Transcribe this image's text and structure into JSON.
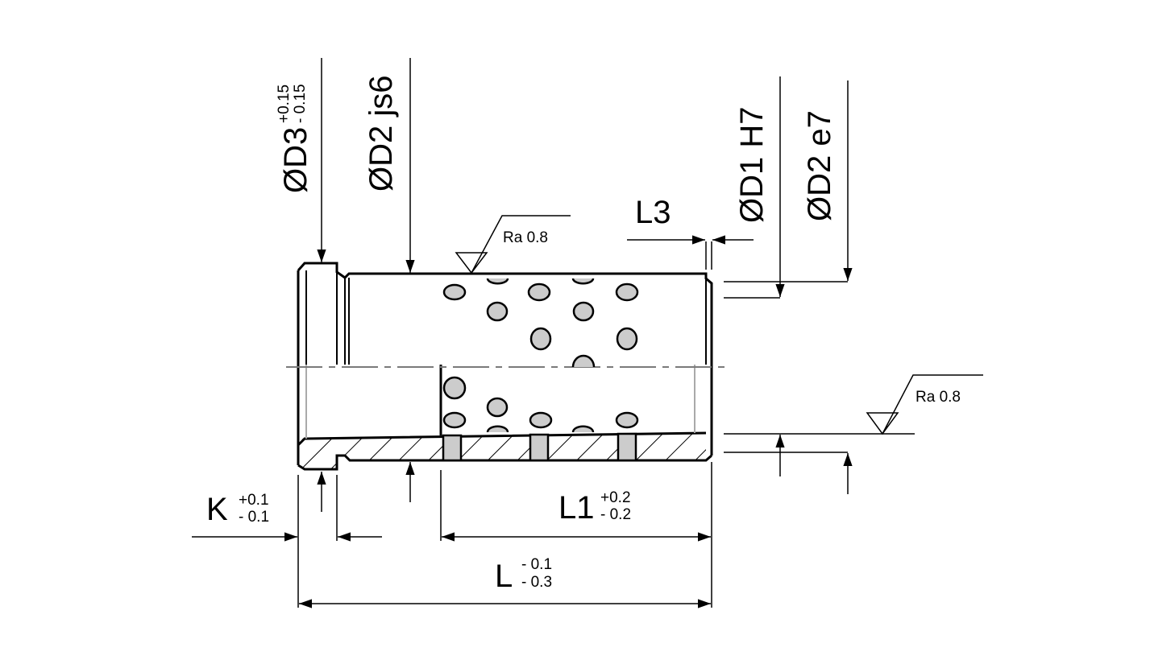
{
  "dimensions": {
    "d3": {
      "label": "ØD3",
      "tol_upper": "+0.15",
      "tol_lower": "- 0.15"
    },
    "d2_js6": {
      "label": "ØD2 js6"
    },
    "d1_h7": {
      "label": "ØD1 H7"
    },
    "d2_e7": {
      "label": "ØD2 e7"
    },
    "l3": {
      "label": "L3"
    },
    "k": {
      "label": "K",
      "tol_upper": "+0.1",
      "tol_lower": "- 0.1"
    },
    "l1": {
      "label": "L1",
      "tol_upper": "+0.2",
      "tol_lower": "- 0.2"
    },
    "l": {
      "label": "L",
      "tol_upper": "- 0.1",
      "tol_lower": "- 0.3"
    }
  },
  "surface_finish": {
    "top": "Ra 0.8",
    "right": "Ra 0.8"
  },
  "colors": {
    "line": "#000000",
    "hole_fill": "#cccccc",
    "centerline": "#7a7a7a",
    "hidden_line": "#aaaaaa"
  }
}
